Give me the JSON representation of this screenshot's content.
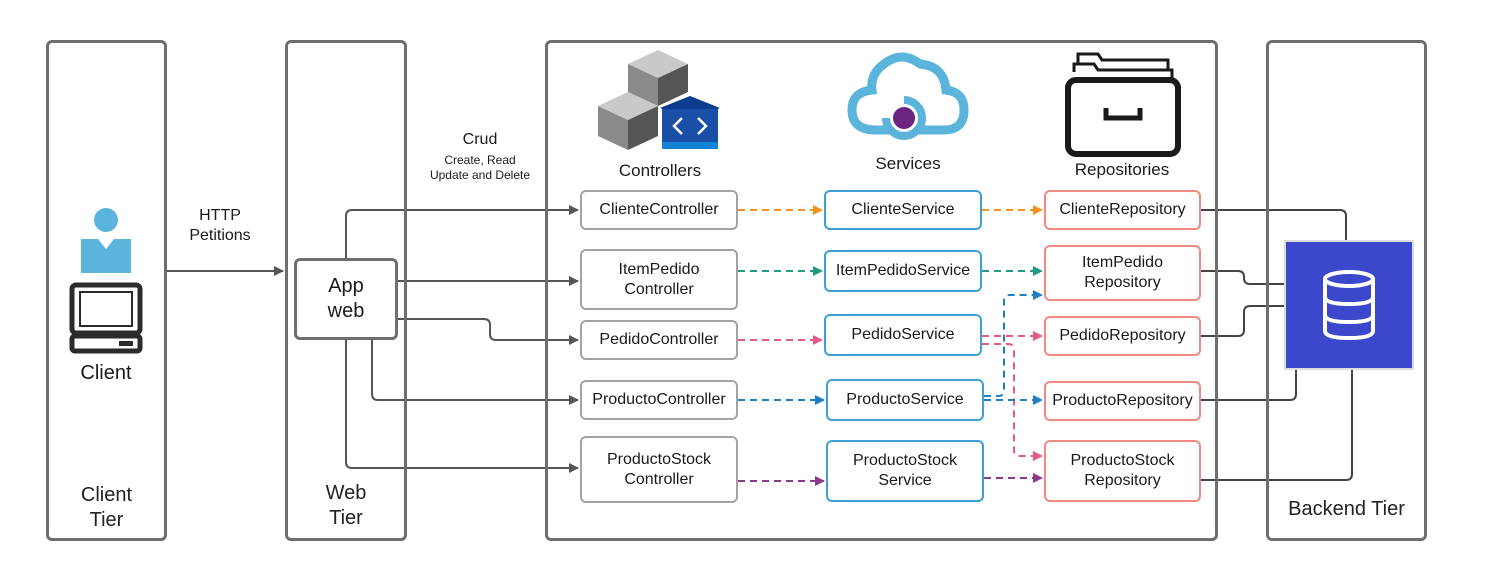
{
  "tiers": {
    "client": {
      "label": "Client\nTier",
      "icon_caption": "Client"
    },
    "web": {
      "label": "Web\nTier"
    },
    "backend": {
      "label": "Backend Tier"
    }
  },
  "http_label": "HTTP\nPetitions",
  "crud": {
    "title": "Crud",
    "line1": "Create, Read",
    "line2": "Update and Delete"
  },
  "app_web": "App\nweb",
  "headers": {
    "controllers": "Controllers",
    "services": "Services",
    "repositories": "Repositories"
  },
  "controllers": [
    "ClienteController",
    "ItemPedido\nController",
    "PedidoController",
    "ProductoController",
    "ProductoStock\nController"
  ],
  "services": [
    "ClienteService",
    "ItemPedidoService",
    "PedidoService",
    "ProductoService",
    "ProductoStock\nService"
  ],
  "repositories": [
    "ClienteRepository",
    "ItemPedido\nRepository",
    "PedidoRepository",
    "ProductoRepository",
    "ProductoStock\nRepository"
  ],
  "colors": {
    "tier_border": "#6e6e6e",
    "controller_border": "#a3a3a3",
    "service_border": "#3c9fd6",
    "repository_border": "#ef8a80",
    "database": "#3b48cc",
    "cliente_flow": "#f0941e",
    "itempedido_flow": "#1f9a83",
    "pedido_flow": "#e2598a",
    "producto_flow": "#1f7fc4",
    "productostock_flow": "#8a3a8c"
  },
  "icons": [
    "user-icon",
    "computer-icon",
    "controllers-cubes-icon",
    "services-cloud-icon",
    "repositories-cabinet-icon",
    "database-icon"
  ]
}
